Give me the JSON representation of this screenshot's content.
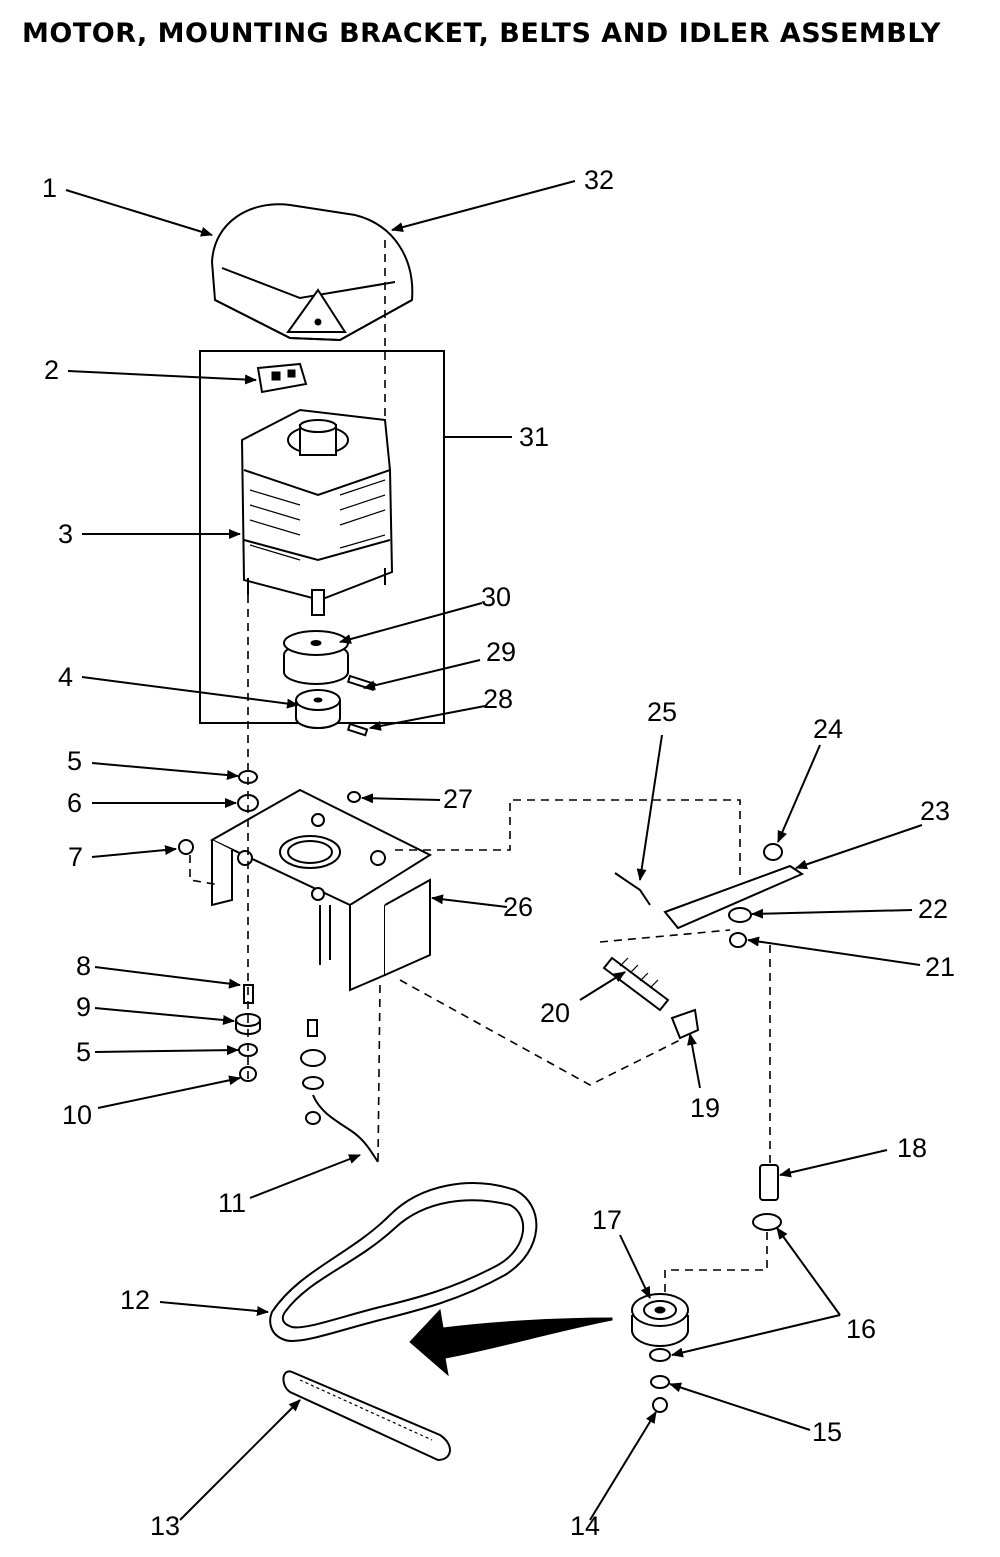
{
  "title": "MOTOR, MOUNTING BRACKET, BELTS AND IDLER ASSEMBLY",
  "callouts": [
    {
      "id": "1",
      "text": "1"
    },
    {
      "id": "2",
      "text": "2"
    },
    {
      "id": "3",
      "text": "3"
    },
    {
      "id": "4",
      "text": "4"
    },
    {
      "id": "5a",
      "text": "5"
    },
    {
      "id": "6",
      "text": "6"
    },
    {
      "id": "7",
      "text": "7"
    },
    {
      "id": "8",
      "text": "8"
    },
    {
      "id": "9",
      "text": "9"
    },
    {
      "id": "5b",
      "text": "5"
    },
    {
      "id": "10",
      "text": "10"
    },
    {
      "id": "11",
      "text": "11"
    },
    {
      "id": "12",
      "text": "12"
    },
    {
      "id": "13",
      "text": "13"
    },
    {
      "id": "14",
      "text": "14"
    },
    {
      "id": "15",
      "text": "15"
    },
    {
      "id": "16",
      "text": "16"
    },
    {
      "id": "17",
      "text": "17"
    },
    {
      "id": "18",
      "text": "18"
    },
    {
      "id": "19",
      "text": "19"
    },
    {
      "id": "20",
      "text": "20"
    },
    {
      "id": "21",
      "text": "21"
    },
    {
      "id": "22",
      "text": "22"
    },
    {
      "id": "23",
      "text": "23"
    },
    {
      "id": "24",
      "text": "24"
    },
    {
      "id": "25",
      "text": "25"
    },
    {
      "id": "26",
      "text": "26"
    },
    {
      "id": "27",
      "text": "27"
    },
    {
      "id": "28",
      "text": "28"
    },
    {
      "id": "29",
      "text": "29"
    },
    {
      "id": "30",
      "text": "30"
    },
    {
      "id": "31",
      "text": "31"
    },
    {
      "id": "32",
      "text": "32"
    }
  ]
}
